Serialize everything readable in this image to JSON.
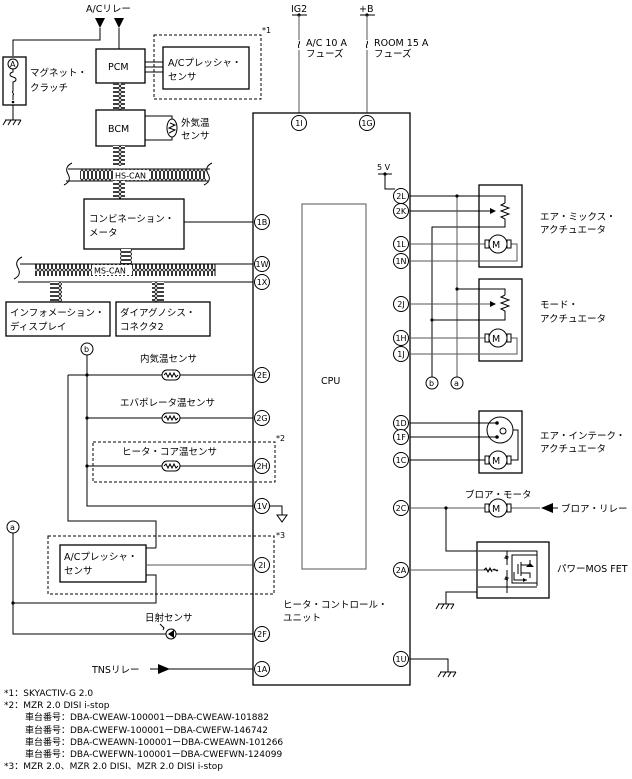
{
  "title": "Heater control unit wiring diagram",
  "power": {
    "ig2": "IG2",
    "plus_b": "+B",
    "fuse_ac": [
      "A/C 10 A",
      "フューズ"
    ],
    "fuse_room": [
      "ROOM 15 A",
      "フューズ"
    ],
    "five_v": "5 V"
  },
  "modules": {
    "ac_relay": "A/Cリレー",
    "pcm": "PCM",
    "bcm": "BCM",
    "ac_pressure_sensor_top": [
      "A/Cプレッシャ・",
      "センサ"
    ],
    "magnet_clutch": [
      "マグネット・",
      "クラッチ"
    ],
    "ambient_sensor": [
      "外気温",
      "センサ"
    ],
    "hs_can": "HS-CAN",
    "ms_can": "MS-CAN",
    "combination_meter": [
      "コンビネーション・",
      "メータ"
    ],
    "info_display": [
      "インフォメーション・",
      "ディスプレイ"
    ],
    "dlc2": [
      "ダイアグノシス・",
      "コネクタ2"
    ],
    "cpu": "CPU",
    "hcu": [
      "ヒータ・コントロール・",
      "ユニット"
    ],
    "cabin_temp_sensor": "内気温センサ",
    "evap_temp_sensor": "エバポレータ温センサ",
    "heater_core_sensor": "ヒータ・コア温センサ",
    "ac_pressure_sensor_bottom": [
      "A/Cプレッシャ・",
      "センサ"
    ],
    "solar_sensor": "日射センサ",
    "tns_relay": "TNSリレー",
    "air_mix_actuator": [
      "エア・ミックス・",
      "アクチュエータ"
    ],
    "mode_actuator": [
      "モード・",
      "アクチュエータ"
    ],
    "air_intake_actuator": [
      "エア・インテーク・",
      "アクチュエータ"
    ],
    "blower_motor": "ブロア・モータ",
    "blower_relay": "ブロア・リレー",
    "power_mosfet": "パワーMOS FET",
    "motor_symbol": "M",
    "mark_a": "A"
  },
  "connectors": {
    "c1I": "1I",
    "c1G": "1G",
    "c1B": "1B",
    "c1W": "1W",
    "c1X": "1X",
    "c2E": "2E",
    "c2G": "2G",
    "c2H": "2H",
    "c1V": "1V",
    "c2I": "2I",
    "c2F": "2F",
    "c1A": "1A",
    "c2L": "2L",
    "c2K": "2K",
    "c1L": "1L",
    "c1N": "1N",
    "c2J": "2J",
    "c1H": "1H",
    "c1J": "1J",
    "c1D": "1D",
    "c1F": "1F",
    "c1C": "1C",
    "c2C": "2C",
    "c2A": "2A",
    "c1U": "1U"
  },
  "refs": {
    "a": "a",
    "b": "b"
  },
  "marks": {
    "m1": "*1",
    "m2": "*2",
    "m3": "*3"
  },
  "notes": [
    {
      "mark": "*1：",
      "text": "SKYACTIV-G 2.0"
    },
    {
      "mark": "*2：",
      "text": "MZR 2.0 DISI i-stop"
    },
    {
      "mark": "",
      "text": "車台番号：DBA-CWEAW-100001ーDBA-CWEAW-101882"
    },
    {
      "mark": "",
      "text": "車台番号：DBA-CWEFW-100001ーDBA-CWEFW-146742"
    },
    {
      "mark": "",
      "text": "車台番号：DBA-CWEAWN-100001ーDBA-CWEAWN-101266"
    },
    {
      "mark": "",
      "text": "車台番号：DBA-CWEFWN-100001ーDBA-CWEFWN-124099"
    },
    {
      "mark": "*3：",
      "text": "MZR 2.0、MZR 2.0 DISI、MZR 2.0 DISI i-stop"
    }
  ]
}
